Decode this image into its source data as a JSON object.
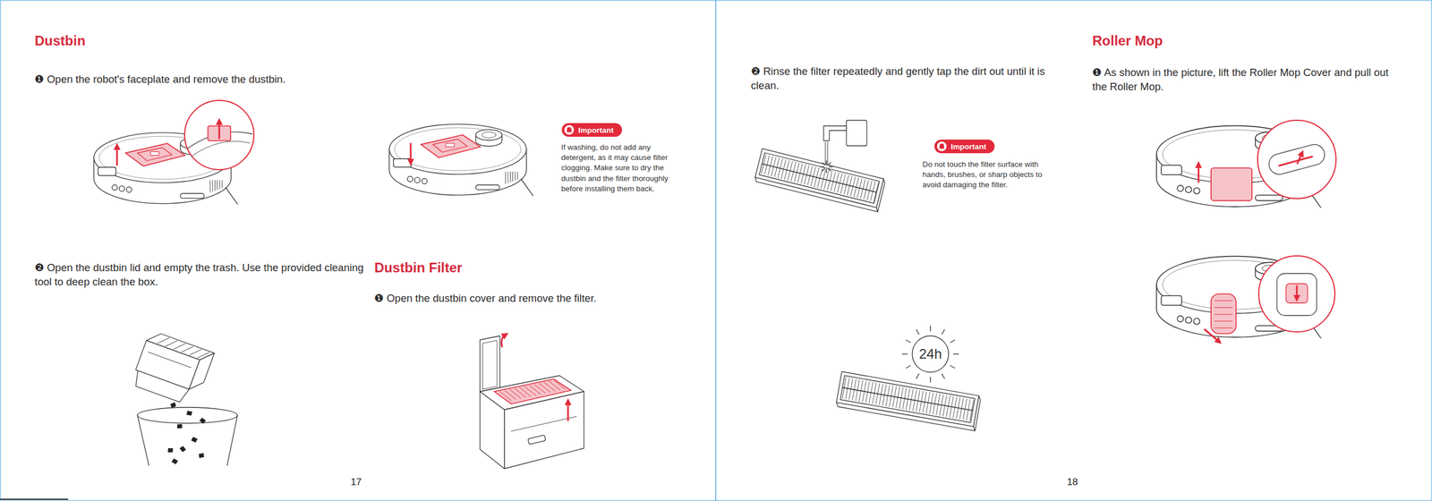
{
  "diagram": {
    "nodes": [
      {
        "text": [
          "Important"
        ]
      },
      {
        "text": [
          "Important"
        ]
      }
    ],
    "labels": [
      "Dustbin",
      "❶ Open the robot's faceplate and remove the dustbin.",
      "❷ Open the dustbin lid and empty the trash. Use the provided cleaning tool to deep clean the box.",
      "Dustbin Filter",
      "❶ Open the dustbin cover and remove the filter.",
      "If washing, do not add any detergent, as it may cause filter clogging. Make sure to dry the dustbin and the filter thoroughly before installing them back.",
      "17",
      "❷ Rinse the filter repeatedly and gently tap the dirt out until it is clean.",
      "Do not touch the filter surface with hands, brushes, or sharp objects to avoid damaging the filter.",
      "24h",
      "Roller Mop",
      "❶ As shown in the picture, lift the Roller Mop Cover and pull out the Roller Mop.",
      "18"
    ]
  }
}
